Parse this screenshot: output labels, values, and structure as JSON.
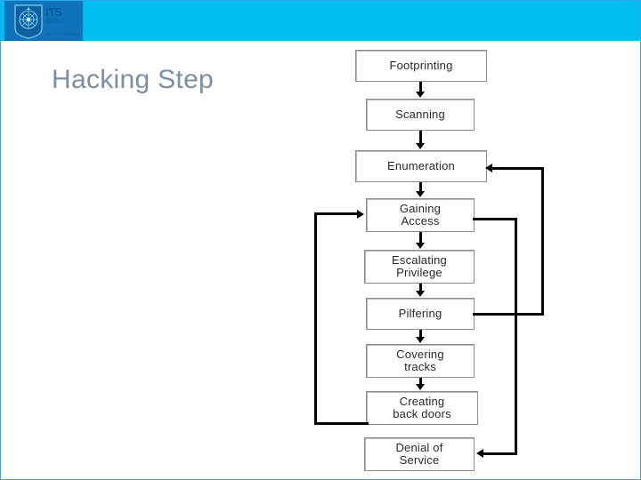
{
  "slide": {
    "title": "Hacking Step",
    "title_color": "#7b8fa6",
    "header_color": "#00bdf2",
    "logo_block_color": "#1072b8",
    "background_color": "#ffffff"
  },
  "logo": {
    "wordmark": "ITS",
    "line1": "INSTITUT",
    "line2": "TEKNOLOGI",
    "line3": "SEPULUH NOPEMBER",
    "crest_icon": "its-crest-icon"
  },
  "flowchart": {
    "type": "flowchart",
    "orientation": "vertical",
    "nodes": [
      {
        "id": "footprinting",
        "label": "Footprinting",
        "lines": [
          "Footprinting"
        ]
      },
      {
        "id": "scanning",
        "label": "Scanning",
        "lines": [
          "Scanning"
        ]
      },
      {
        "id": "enumeration",
        "label": "Enumeration",
        "lines": [
          "Enumeration"
        ]
      },
      {
        "id": "gaining-access",
        "label": "Gaining Access",
        "lines": [
          "Gaining",
          "Access"
        ]
      },
      {
        "id": "escalating-privilege",
        "label": "Escalating Privilege",
        "lines": [
          "Escalating",
          "Privilege"
        ]
      },
      {
        "id": "pilfering",
        "label": "Pilfering",
        "lines": [
          "Pilfering"
        ]
      },
      {
        "id": "covering-tracks",
        "label": "Covering tracks",
        "lines": [
          "Covering",
          "tracks"
        ]
      },
      {
        "id": "creating-back-doors",
        "label": "Creating back doors",
        "lines": [
          "Creating",
          "back doors"
        ]
      },
      {
        "id": "denial-of-service",
        "label": "Denial of Service",
        "lines": [
          "Denial of",
          "Service"
        ]
      }
    ],
    "edges": [
      {
        "from": "footprinting",
        "to": "scanning",
        "kind": "straight-down"
      },
      {
        "from": "scanning",
        "to": "enumeration",
        "kind": "straight-down"
      },
      {
        "from": "enumeration",
        "to": "gaining-access",
        "kind": "straight-down"
      },
      {
        "from": "gaining-access",
        "to": "escalating-privilege",
        "kind": "straight-down"
      },
      {
        "from": "escalating-privilege",
        "to": "pilfering",
        "kind": "straight-down"
      },
      {
        "from": "pilfering",
        "to": "covering-tracks",
        "kind": "straight-down"
      },
      {
        "from": "covering-tracks",
        "to": "creating-back-doors",
        "kind": "straight-down"
      },
      {
        "from": "pilfering",
        "to": "enumeration",
        "kind": "loop-right-up"
      },
      {
        "from": "gaining-access",
        "to": "denial-of-service",
        "kind": "loop-right-down"
      },
      {
        "from": "creating-back-doors",
        "to": "gaining-access",
        "kind": "loop-left-up"
      }
    ]
  }
}
